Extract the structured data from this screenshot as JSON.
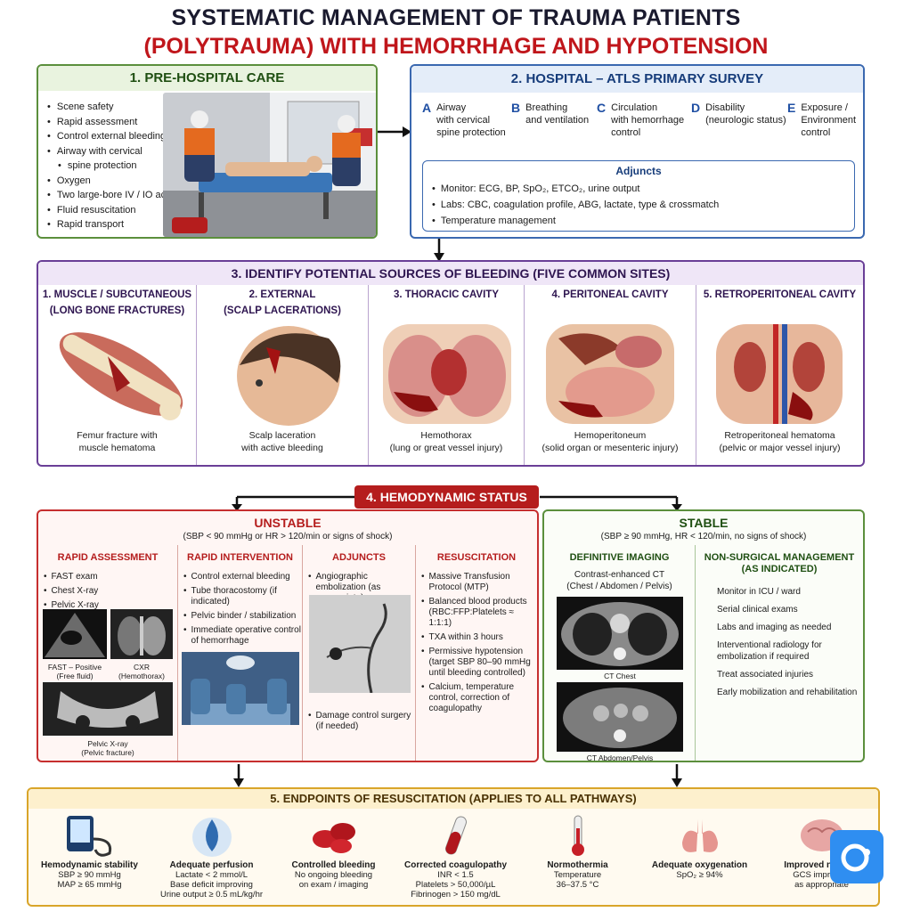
{
  "title": {
    "line1": "SYSTEMATIC MANAGEMENT OF TRAUMA PATIENTS",
    "line2": "(POLYTRAUMA) WITH HEMORRHAGE AND HYPOTENSION"
  },
  "prehospital": {
    "header": "1. PRE-HOSPITAL CARE",
    "items": [
      "Scene safety",
      "Rapid assessment",
      "Control external bleeding",
      "Airway with cervical",
      "spine protection",
      "Oxygen",
      "Two large-bore IV / IO access",
      "Fluid resuscitation",
      "Rapid transport"
    ]
  },
  "atls": {
    "header": "2. HOSPITAL – ATLS PRIMARY SURVEY",
    "steps": [
      {
        "letter": "A",
        "l1": "Airway",
        "l2": "with cervical",
        "l3": "spine protection"
      },
      {
        "letter": "B",
        "l1": "Breathing",
        "l2": "and ventilation",
        "l3": ""
      },
      {
        "letter": "C",
        "l1": "Circulation",
        "l2": "with hemorrhage",
        "l3": "control"
      },
      {
        "letter": "D",
        "l1": "Disability",
        "l2": "(neurologic status)",
        "l3": ""
      },
      {
        "letter": "E",
        "l1": "Exposure /",
        "l2": "Environment",
        "l3": "control"
      }
    ],
    "adjuncts_title": "Adjuncts",
    "adjuncts": [
      "Monitor: ECG, BP, SpO₂, ETCO₂, urine output",
      "Labs: CBC, coagulation profile, ABG, lactate, type & crossmatch",
      "Temperature management"
    ]
  },
  "bleeding": {
    "header": "3. IDENTIFY POTENTIAL SOURCES OF BLEEDING (FIVE COMMON SITES)",
    "sites": [
      {
        "n1": "1. MUSCLE / SUBCUTANEOUS",
        "n2": "(LONG BONE FRACTURES)",
        "c1": "Femur fracture with",
        "c2": "muscle hematoma"
      },
      {
        "n1": "2. EXTERNAL",
        "n2": "(SCALP LACERATIONS)",
        "c1": "Scalp laceration",
        "c2": "with active bleeding"
      },
      {
        "n1": "3. THORACIC CAVITY",
        "n2": "",
        "c1": "Hemothorax",
        "c2": "(lung or great vessel injury)"
      },
      {
        "n1": "4. PERITONEAL CAVITY",
        "n2": "",
        "c1": "Hemoperitoneum",
        "c2": "(solid organ or mesenteric injury)"
      },
      {
        "n1": "5. RETROPERITONEAL CAVITY",
        "n2": "",
        "c1": "Retroperitoneal hematoma",
        "c2": "(pelvic or major vessel injury)"
      }
    ]
  },
  "hemo_status": "4. HEMODYNAMIC STATUS",
  "unstable": {
    "header": "UNSTABLE",
    "sub": "(SBP < 90 mmHg or HR > 120/min or signs of shock)",
    "col1": {
      "title": "RAPID ASSESSMENT",
      "items": [
        "FAST exam",
        "Chest X-ray",
        "Pelvic X-ray"
      ],
      "fast_cap1": "FAST – Positive",
      "fast_cap2": "(Free fluid)",
      "cxr_cap1": "CXR",
      "cxr_cap2": "(Hemothorax)",
      "pelvic_cap1": "Pelvic X-ray",
      "pelvic_cap2": "(Pelvic fracture)"
    },
    "col2": {
      "title": "RAPID INTERVENTION",
      "items": [
        "Control external bleeding",
        "Tube thoracostomy (if indicated)",
        "Pelvic binder / stabilization",
        "Immediate operative control of hemorrhage"
      ]
    },
    "col3": {
      "title": "ADJUNCTS",
      "items": [
        "Angiographic embolization (as appropriate)"
      ],
      "items2": [
        "Damage control surgery (if needed)"
      ]
    },
    "col4": {
      "title": "RESUSCITATION",
      "items": [
        "Massive Transfusion Protocol (MTP)",
        "Balanced blood products (RBC:FFP:Platelets ≈ 1:1:1)",
        "TXA within 3 hours",
        "Permissive hypotension (target SBP 80–90 mmHg until bleeding controlled)",
        "Calcium, temperature control, correction of coagulopathy"
      ]
    }
  },
  "stable": {
    "header": "STABLE",
    "sub": "(SBP ≥ 90 mmHg, HR < 120/min, no signs of shock)",
    "col1": {
      "title": "DEFINITIVE IMAGING",
      "l1": "Contrast-enhanced CT",
      "l2": "(Chest / Abdomen / Pelvis)",
      "cap_chest": "CT Chest",
      "cap_abd": "CT Abdomen/Pelvis"
    },
    "col2": {
      "title1": "NON-SURGICAL MANAGEMENT",
      "title2": "(AS INDICATED)",
      "items": [
        "Monitor in ICU / ward",
        "Serial clinical exams",
        "Labs and imaging as needed",
        "Interventional radiology for embolization if required",
        "Treat associated injuries",
        "Early mobilization and rehabilitation"
      ]
    }
  },
  "endpoints": {
    "header": "5. ENDPOINTS OF RESUSCITATION (APPLIES TO ALL PATHWAYS)",
    "items": [
      {
        "name": "Hemodynamic stability",
        "d1": "SBP ≥ 90 mmHg",
        "d2": "MAP ≥ 65 mmHg",
        "d3": "",
        "d4": ""
      },
      {
        "name": "Adequate perfusion",
        "d1": "Lactate < 2 mmol/L",
        "d2": "Base deficit improving",
        "d3": "Urine output ≥ 0.5 mL/kg/hr",
        "d4": ""
      },
      {
        "name": "Controlled bleeding",
        "d1": "No ongoing bleeding",
        "d2": "on exam / imaging",
        "d3": "",
        "d4": ""
      },
      {
        "name": "Corrected coagulopathy",
        "d1": "INR < 1.5",
        "d2": "Platelets > 50,000/µL",
        "d3": "Fibrinogen > 150 mg/dL",
        "d4": ""
      },
      {
        "name": "Normothermia",
        "d1": "Temperature",
        "d2": "36–37.5 °C",
        "d3": "",
        "d4": ""
      },
      {
        "name": "Adequate oxygenation",
        "d1": "SpO₂ ≥ 94%",
        "d2": "",
        "d3": "",
        "d4": ""
      },
      {
        "name": "Improved neurolo",
        "d1": "GCS improving",
        "d2": "as appropriate",
        "d3": "",
        "d4": ""
      }
    ]
  }
}
